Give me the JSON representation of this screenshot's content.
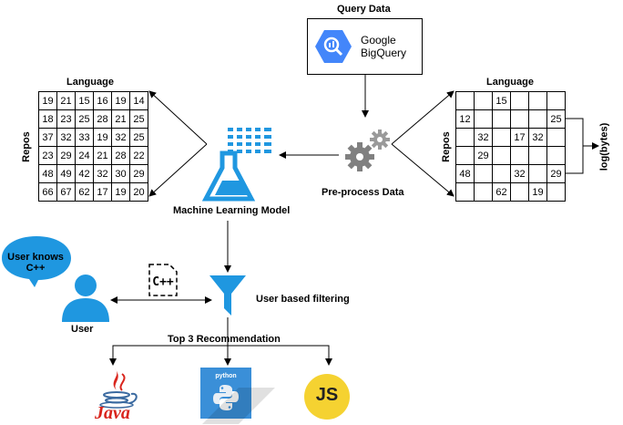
{
  "query": {
    "title": "Query Data",
    "service_line1": "Google",
    "service_line2": "BigQuery"
  },
  "left_matrix": {
    "title": "Language",
    "row_axis": "Repos",
    "rows": [
      [
        "19",
        "21",
        "15",
        "16",
        "19",
        "14"
      ],
      [
        "18",
        "23",
        "25",
        "28",
        "21",
        "25"
      ],
      [
        "37",
        "32",
        "33",
        "19",
        "32",
        "25"
      ],
      [
        "23",
        "29",
        "24",
        "21",
        "28",
        "22"
      ],
      [
        "48",
        "49",
        "42",
        "32",
        "30",
        "29"
      ],
      [
        "66",
        "67",
        "62",
        "17",
        "19",
        "20"
      ]
    ]
  },
  "right_matrix": {
    "title": "Language",
    "row_axis": "Repos",
    "side_label": "log(bytes)",
    "rows": [
      [
        "",
        "",
        "15",
        "",
        "",
        ""
      ],
      [
        "12",
        "",
        "",
        "",
        "",
        "25"
      ],
      [
        "",
        "32",
        "",
        "17",
        "32",
        ""
      ],
      [
        "",
        "29",
        "",
        "",
        "",
        ""
      ],
      [
        "48",
        "",
        "",
        "32",
        "",
        "29"
      ],
      [
        "",
        "",
        "62",
        "",
        "19",
        ""
      ]
    ]
  },
  "preprocess": {
    "label": "Pre-process Data"
  },
  "ml_model": {
    "label": "Machine Learning Model"
  },
  "filter": {
    "label": "User based filtering"
  },
  "user": {
    "label": "User",
    "bubble_line1": "User knows",
    "bubble_line2": "C++"
  },
  "cpp_doc": {
    "text": "C++"
  },
  "recommendation": {
    "title": "Top 3 Recommendation",
    "java": "Java",
    "python": "python",
    "js": "JS"
  },
  "colors": {
    "blue": "#1f97e0",
    "dark_blue": "#1a73c9",
    "gray": "#7a7a7a",
    "java_red": "#d9251d",
    "js_yellow": "#f5d231"
  }
}
